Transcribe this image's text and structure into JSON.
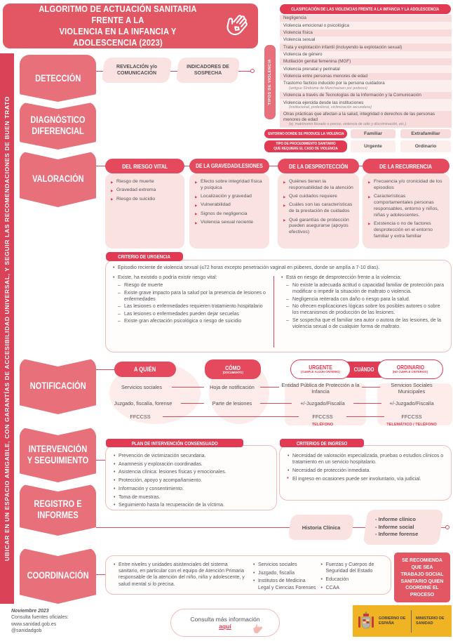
{
  "title": {
    "line1": "ALGORITMO DE ACTUACIÓN SANITARIA FRENTE A LA",
    "line2": "VIOLENCIA EN LA INFANCIA Y ADOLESCENCIA (2023)"
  },
  "sidebar_vertical": "UBICAR EN UN ESPACIO AMIGABLE, CON GARANTÍAS DE ACCESIBILIDAD UNIVERSAL, Y SEGUIR LAS RECOMENDACIONES DE BUEN TRATO",
  "stages": [
    "DETECCIÓN",
    "DIAGNÓSTICO DIFERENCIAL",
    "VALORACIÓN",
    "NOTIFICACIÓN",
    "INTERVENCIÓN Y SEGUIMIENTO",
    "REGISTRO E INFORMES",
    "COORDINACIÓN"
  ],
  "deteccion": {
    "box1": "REVELACIÓN y/o COMUNICACIÓN",
    "box2": "INDICADORES DE SOSPECHA"
  },
  "clasificacion": {
    "header": "CLASIFICACIÓN DE LAS VIOLENCIAS FRENTE A LA INFANCIA Y LA ADOLESCENCIA",
    "side_label": "TIPOS DE VIOLENCIA",
    "items": [
      {
        "text": "Negligencia"
      },
      {
        "text": "Violencia emocional o psicológica"
      },
      {
        "text": "Violencia física"
      },
      {
        "text": "Violencia sexual"
      },
      {
        "text": "Trata y explotación infantil (incluyendo la explotación sexual)"
      },
      {
        "text": "Violencia de género"
      },
      {
        "text": "Mutilación genital femenina (MGF)"
      },
      {
        "text": "Violencia prenatal y perinatal"
      },
      {
        "text": "Violencia entre personas menores de edad"
      },
      {
        "text": "Trastorno facticio inducido por la persona cuidadora",
        "sub": "(antiguo Síndrome de Munchaüsen por poderes)"
      },
      {
        "text": "Violencia a través de Tecnologías de la Información y la Comunicación"
      },
      {
        "text": "Violencia ejercida desde las instituciones",
        "sub": "(institucional, profesional, victimización secundaria)"
      },
      {
        "text": "Otras prácticas que afectan a la salud, integridad o derechos de las personas menores de edad",
        "sub": "(ej. matrimonio forzado o precoz, violencia de odio y discriminación, etc.)"
      }
    ]
  },
  "entorno": {
    "label": "ENTORNO DONDE SE PRODUCE LA VIOLENCIA",
    "opt1": "Familiar",
    "opt2": "Extrafamiliar"
  },
  "procedimiento": {
    "label": "TIPO DE PROCEDIMIENTO SANITARIO QUE REQUIERE EL CASO DE VIOLENCIA",
    "opt1": "Urgente",
    "opt2": "Ordinario"
  },
  "valoracion": {
    "columns": [
      {
        "header": "DEL RIESGO VITAL",
        "items": [
          "Riesgo de muerte",
          "Gravedad extrema",
          "Riesgo de suicidio"
        ]
      },
      {
        "header": "DE LA GRAVEDAD/LESIONES",
        "items": [
          "Efecto sobre integridad física y psíquica",
          "Localización y gravedad",
          "Vulnerabilidad",
          "Signos de negligencia",
          "Violencia sexual reciente"
        ]
      },
      {
        "header": "DE LA DESPROTECCIÓN",
        "items": [
          "Quiénes tienen la responsabilidad de la atención",
          "Qué cuidados requiere",
          "Cuáles son las características de la prestación de cuidados",
          "Qué garantías de protección pueden asegurarse (apoyos efectivos)"
        ]
      },
      {
        "header": "DE LA RECURRENCIA",
        "items": [
          "Frecuencia y/o cronicidad de los episodios",
          "Características comportamentales personas responsables, entorno y niños, niñas y adolescentes.",
          "Existencia o no de factores desprotección en el entorno familiar y extra familiar"
        ]
      }
    ]
  },
  "criterio": {
    "header": "CRITERIO DE URGENCIA",
    "intro": "Episodio reciente de violencia sexual (≤72 horas excepto penetración vaginal en púberes, donde se amplía a 7-10 días).",
    "left_title": "Existe, ha existido o podría existir riesgo vital:",
    "left_items": [
      "Riesgo de muerte",
      "Existe grave impacto para la salud por la presencia de lesiones o enfermedades",
      "Las lesiones o enfermedades requieren tratamiento hospitalario",
      "Las lesiones o enfermedades pueden dejar secuelas",
      "Existe gran afectación psicológica o riesgo de suicidio"
    ],
    "right_title": "Está en riesgo de desprotección frente a la violencia:",
    "right_items": [
      "No existe la adecuada actitud o capacidad familiar de protección para modificar o impedir la situación de maltrato o violencia.",
      "Negligencia reiterada con daño o riesgo para la salud.",
      "No ofrecen explicaciones lógicas sobre los posibles autores o sobre los mecanismos de producción de las lesiones.",
      "Se sospecha que el familiar sea autor o autora de las lesiones, de la violencia sexual o de cualquier forma de maltrato."
    ]
  },
  "notificacion": {
    "aquien_header": "A QUIÉN",
    "como_header": "CÓMO",
    "como_sub": "(DOCUMENTO)",
    "cuando": "CUÁNDO",
    "urgente_header": "URGENTE",
    "urgente_sub": "(CUMPLE ALGÚN CRITERIO)",
    "ordinario_header": "ORDINARIO",
    "ordinario_sub": "(NO CUMPLE CRITERIOS)",
    "r1c1": "Servicios sociales",
    "r1c2": "Hoja de notificación",
    "r1c3": "Entidad Pública de Protección a la Infancia",
    "r1c4": "Servicios Sociales Municipales",
    "r2c1": "Juzgado, fiscalía, forense",
    "r2c2": "Parte de lesiones",
    "r2c3": "+/-Juzgado/Fiscalía",
    "r2c4": "+/-Juzgado/Fiscalía",
    "r3c1": "FFCCSS",
    "r3c3": "FFCCSS",
    "r3c4": "FFCCSS",
    "urgente_footer": "TELÉFONO",
    "ordinario_footer": "TELEMÁTICO / TELÉFONO"
  },
  "intervencion": {
    "plan_header": "PLAN DE INTERVENCIÓN CONSENSUADO",
    "plan_items": [
      "Prevención de victimización secundaria.",
      "Anamnesis y exploración coordinadas.",
      "Asistencia clínica: lesiones físicas y emocionales.",
      "Protección, apoyo y acompañamiento.",
      "Información y consentimiento.",
      "Toma de muestras.",
      "Seguimiento hasta la recuperación de la víctima."
    ],
    "ingreso_header": "CRITERIOS DE INGRESO",
    "ingreso_items": [
      "Necesidad de valoración especializada, pruebas o estudios clínicos o tratamiento en un servicio hospitalario.",
      "Necesidad de protección inmediata."
    ],
    "ingreso_note": "El ingreso en ocasiones puede ser involuntario, vía judicial."
  },
  "registro": {
    "box": "Historia Clínica",
    "informes": [
      "- Informe clínico",
      "- Informe social",
      "- Informe forense"
    ]
  },
  "coordinacion": {
    "col1": "Entre niveles y unidades asistenciales del sistema sanitario, en particular con el equipo de Atención Primaria responsable de la atención del niño, niña y adolescente, y salud mental si lo precisa.",
    "col2": [
      "Servicios sociales",
      "Juzgado, fiscalía",
      "Institutos de Medicina Legal y Ciencias Forenses"
    ],
    "col3": [
      "Fuerzas y Cuerpos de Seguridad del Estado",
      "Educación",
      "CCAA"
    ],
    "recomendacion": "SE RECOMIENDA QUE SEA TRABAJO SOCIAL SANITARIO QUIEN COORDINE EL PROCESO"
  },
  "footer": {
    "date": "Noviembre 2023",
    "l1": "Consulta fuentes oficiales:",
    "l2": "www.sanidad.gob.es",
    "l3": "@sanidadgob",
    "info": "Consulta más información",
    "link": "aquí",
    "gov1": "GOBIERNO DE ESPAÑA",
    "gov2": "MINISTERIO DE SANIDAD"
  },
  "colors": {
    "accent": "#e23a52",
    "badge": "#e7707b",
    "light_pink": "#f9e2e0",
    "gov_yellow": "#f0b323"
  }
}
